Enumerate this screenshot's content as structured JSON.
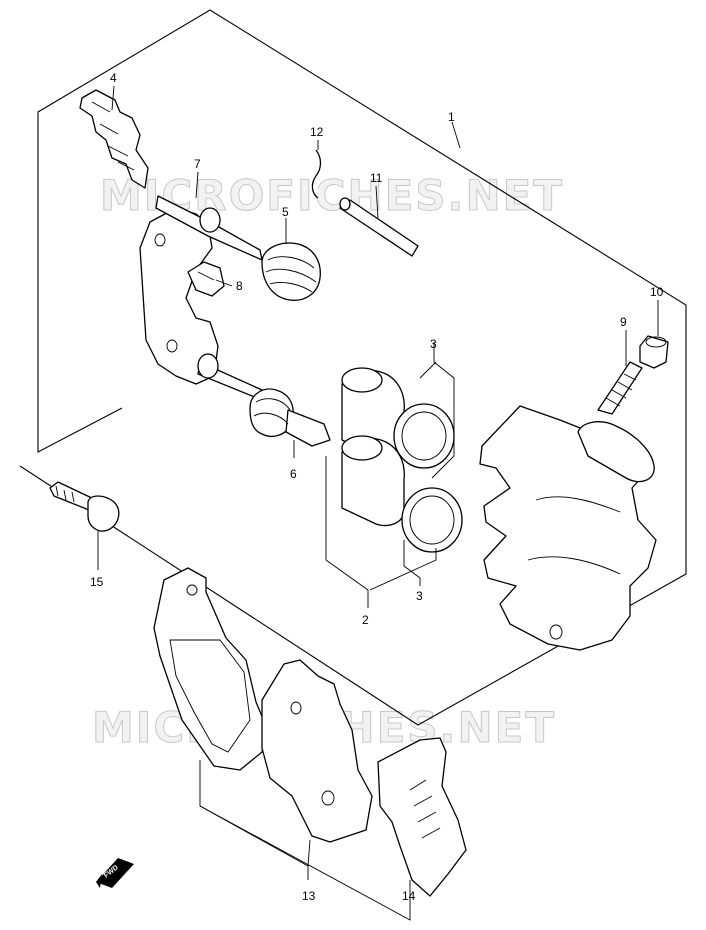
{
  "watermark": "MICROFICHES.NET",
  "direction_label": "FWD",
  "callouts": [
    {
      "id": "1",
      "label": "1"
    },
    {
      "id": "2",
      "label": "2"
    },
    {
      "id": "3a",
      "label": "3"
    },
    {
      "id": "3b",
      "label": "3"
    },
    {
      "id": "4",
      "label": "4"
    },
    {
      "id": "5",
      "label": "5"
    },
    {
      "id": "6",
      "label": "6"
    },
    {
      "id": "7",
      "label": "7"
    },
    {
      "id": "8",
      "label": "8"
    },
    {
      "id": "9",
      "label": "9"
    },
    {
      "id": "10",
      "label": "10"
    },
    {
      "id": "11",
      "label": "11"
    },
    {
      "id": "12",
      "label": "12"
    },
    {
      "id": "13",
      "label": "13"
    },
    {
      "id": "14",
      "label": "14"
    },
    {
      "id": "15",
      "label": "15"
    }
  ]
}
